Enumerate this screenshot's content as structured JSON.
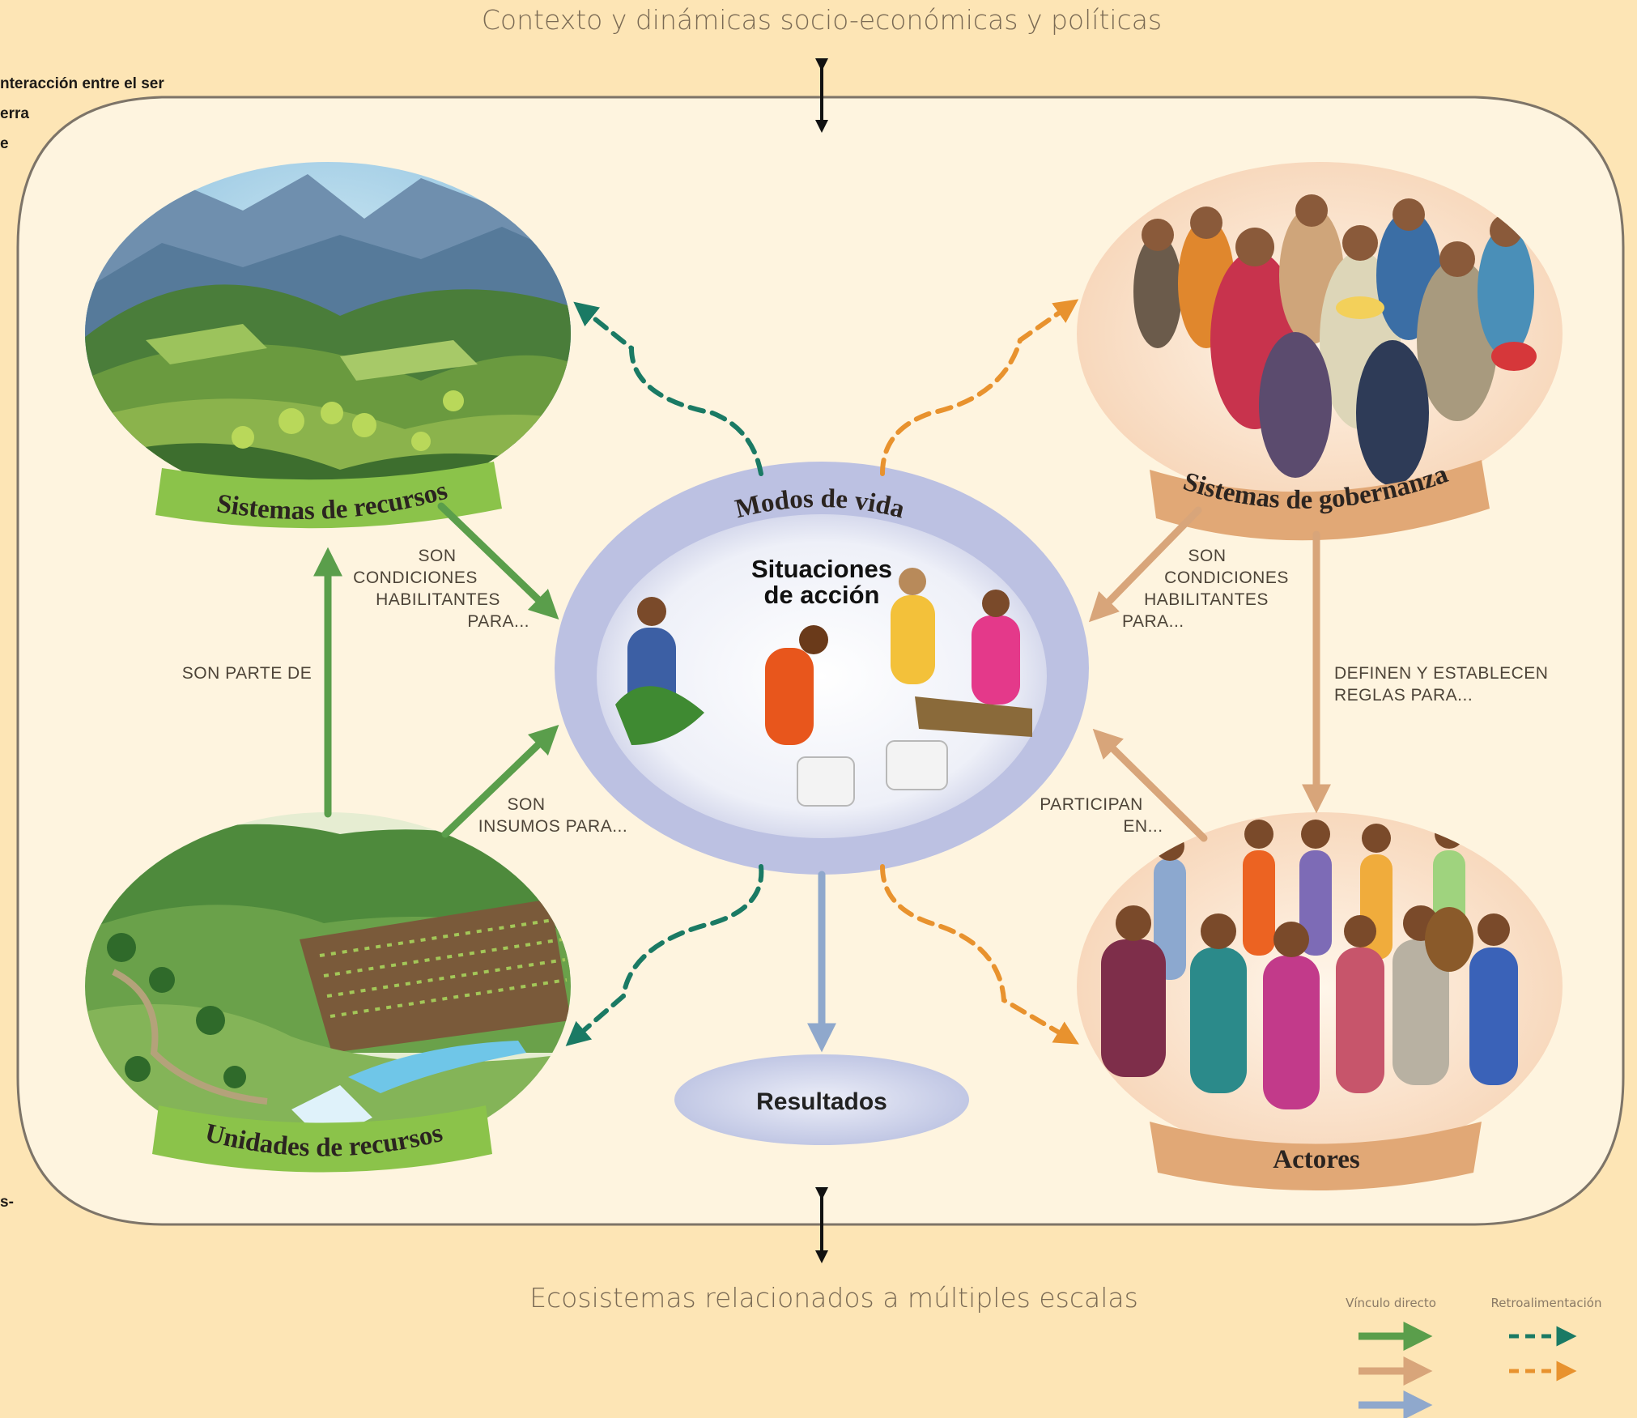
{
  "top_label": "Contexto y dinámicas socio-económicas y políticas",
  "bottom_label": "Ecosistemas relacionados a múltiples escalas",
  "side_caption": {
    "line1": "nteracción entre el ser",
    "line2": "erra",
    "line3": "e",
    "line4": "s-"
  },
  "nodes": {
    "resource_systems": "Sistemas de recursos",
    "resource_units": "Unidades de recursos",
    "governance": "Sistemas de gobernanza",
    "actors": "Actores",
    "livelihoods": "Modos de vida",
    "action_situations_1": "Situaciones",
    "action_situations_2": "de acción",
    "results": "Resultados"
  },
  "links": {
    "rs_enabling": [
      "SON",
      "CONDICIONES",
      "HABILITANTES",
      "PARA..."
    ],
    "gov_enabling": [
      "SON",
      "CONDICIONES",
      "HABILITANTES",
      "PARA..."
    ],
    "part_of": "SON PARTE DE",
    "inputs": [
      "SON",
      "INSUMOS PARA..."
    ],
    "define_rules": [
      "DEFINEN Y ESTABLECEN",
      "REGLAS PARA..."
    ],
    "participate": [
      "PARTICIPAN",
      "EN..."
    ]
  },
  "legend": {
    "direct_link": "Vínculo directo",
    "feedback": "Retroalimentación",
    "colors": {
      "green": "#5a9e4b",
      "tan": "#d8a57a",
      "blue": "#8fa8cc",
      "teal": "#1a7a64",
      "orange": "#e8922e"
    }
  }
}
